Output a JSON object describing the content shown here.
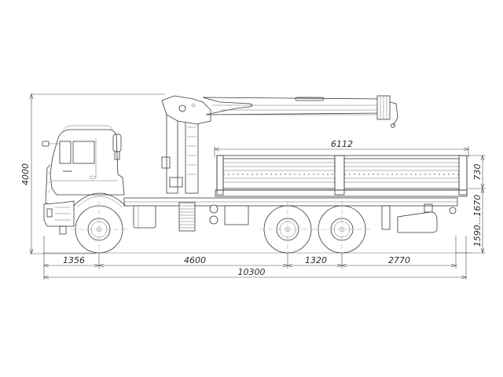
{
  "drawing": {
    "subject": "6x4 truck with flatbed and loader crane, side elevation",
    "line_color": "#3a3a3a",
    "background": "#ffffff"
  },
  "dimensions": {
    "overall_height": "4000",
    "front_overhang": "1356",
    "wheelbase_front_to_tandem": "4600",
    "tandem_spacing": "1320",
    "rear_overhang": "2770",
    "overall_length": "10300",
    "platform_length": "6112",
    "side_board_height": "730",
    "platform_floor_height": "1590...1670"
  }
}
